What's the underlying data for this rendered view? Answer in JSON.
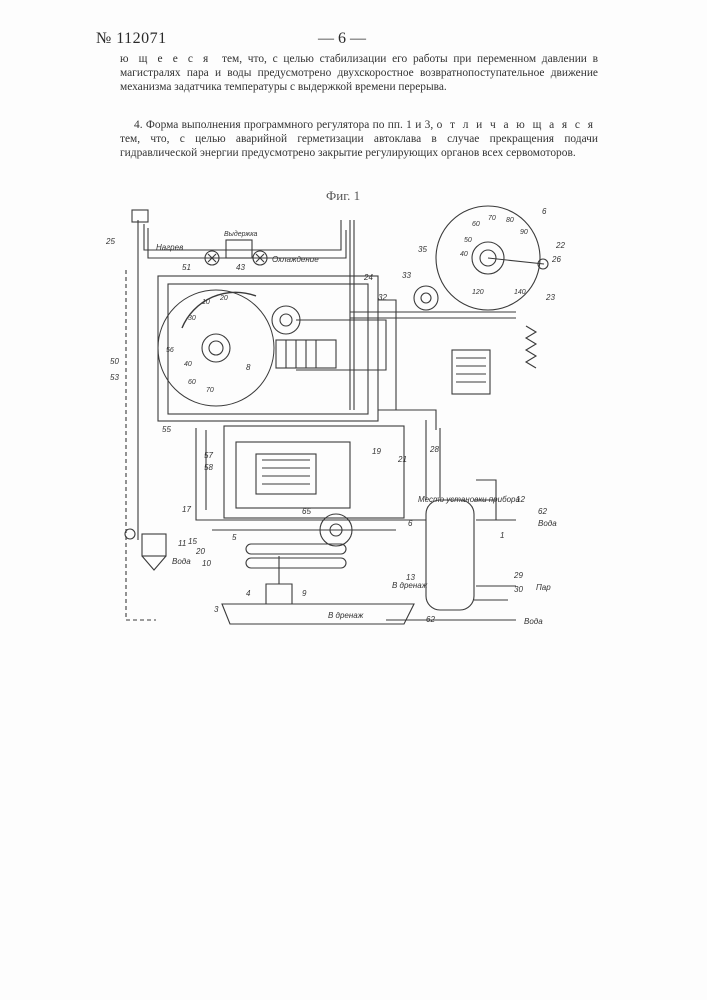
{
  "header": {
    "patent_number": "№ 112071",
    "page_number": "— 6 —"
  },
  "text": {
    "p1_prefix": "ю щ е е с я",
    "p1_rest": "тем, что, с целью стабилизации его работы при переменном давлении в магистралях пара и воды предусмотрено двухскоростное возвратнопоступательное движение механизма задатчика температуры с выдержкой времени перерыва.",
    "p2_lead": "4. Форма выполнения программного регулятора по пп. 1 и 3,",
    "p2_spaced": "о т л и ч а ю щ а я с я",
    "p2_rest": "тем, что, с целью аварийной герметизации автоклава в случае прекращения подачи гидравлической энергии предусмотрено закрытие регулирующих органов всех сервомоторов."
  },
  "figure": {
    "caption": "Фиг. 1",
    "labels": {
      "heat": "Нагрев",
      "cooling": "Охлаждение",
      "hold": "Выдержка",
      "water": "Вода",
      "steam": "Пар",
      "drain": "В дренаж",
      "device_place": "Место установки прибора",
      "n25": "25",
      "n50": "50",
      "n53": "53",
      "n55": "55",
      "n56": "56",
      "n51": "51",
      "n43": "43",
      "n57": "57",
      "n58": "58",
      "n65": "65",
      "n17": "17",
      "n15": "15",
      "n20": "20",
      "n10": "10",
      "n11": "11",
      "n3": "3",
      "n4": "4",
      "n9": "9",
      "n5": "5",
      "n6": "6",
      "n1": "1",
      "n12": "12",
      "n13": "13",
      "n29": "29",
      "n30": "30",
      "n62": "62",
      "n22": "22",
      "n26": "26",
      "n23": "23",
      "n35": "35",
      "n33": "33",
      "n32": "32",
      "n24": "24",
      "n21": "21",
      "n8": "8",
      "n19": "19",
      "n28": "28",
      "dial_60": "60",
      "dial_70": "70",
      "dial_80": "80",
      "dial_90": "90",
      "dial_40": "40",
      "dial_50": "50",
      "dial_120": "120",
      "dial_140": "140",
      "s10": "10",
      "s20": "20",
      "s30": "30",
      "s40": "40",
      "s60": "60",
      "s70": "70"
    }
  }
}
